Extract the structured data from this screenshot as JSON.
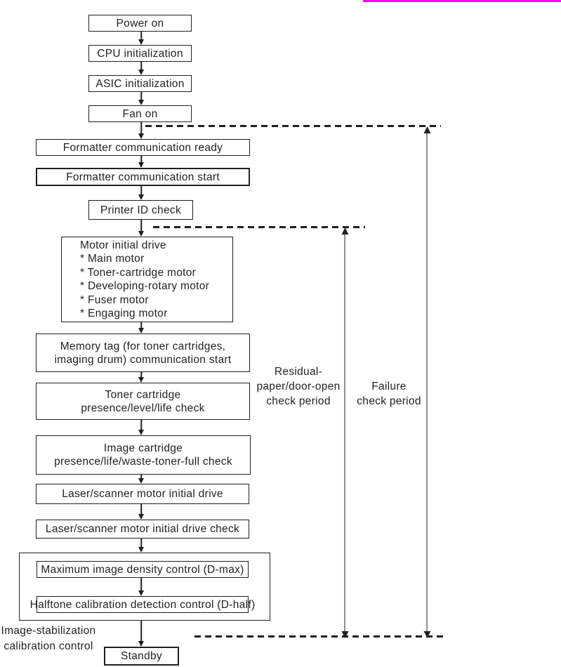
{
  "decorations": {
    "highlight_bar_color": "#ff00ff",
    "line_color": "#231f20",
    "background_color": "#ffffff"
  },
  "flowchart": {
    "boxes": {
      "power_on": "Power on",
      "cpu_initialization": "CPU initialization",
      "asic_initialization": "ASIC initialization",
      "fan_on": "Fan on",
      "formatter_ready": "Formatter communication ready",
      "formatter_start": "Formatter communication start",
      "printer_id_check": "Printer ID check",
      "motor_initial_drive": {
        "title": "Motor initial drive",
        "items": [
          "* Main motor",
          "* Toner-cartridge motor",
          "* Developing-rotary motor",
          "* Fuser motor",
          "* Engaging motor"
        ]
      },
      "memory_tag": {
        "line1": "Memory tag (for toner cartridges,",
        "line2": "imaging drum) communication start"
      },
      "toner_cartridge": {
        "line1": "Toner cartridge",
        "line2": "presence/level/life check"
      },
      "image_cartridge": {
        "line1": "Image cartridge",
        "line2": "presence/life/waste-toner-full check"
      },
      "laser_scanner_drive": "Laser/scanner motor initial drive",
      "laser_scanner_drive_check": "Laser/scanner motor initial drive check",
      "dmax_control": "Maximum image density control (D-max)",
      "dhalf_control": "Halftone calibration detection control (D-half)",
      "standby": "Standby"
    },
    "annotations": {
      "residual_period": {
        "line1": "Residual-",
        "line2": "paper/door-open",
        "line3": "check period"
      },
      "failure_period": {
        "line1": "Failure",
        "line2": "check period"
      },
      "image_stabilization": {
        "line1": "Image-stabilization",
        "line2": "calibration control"
      }
    }
  }
}
